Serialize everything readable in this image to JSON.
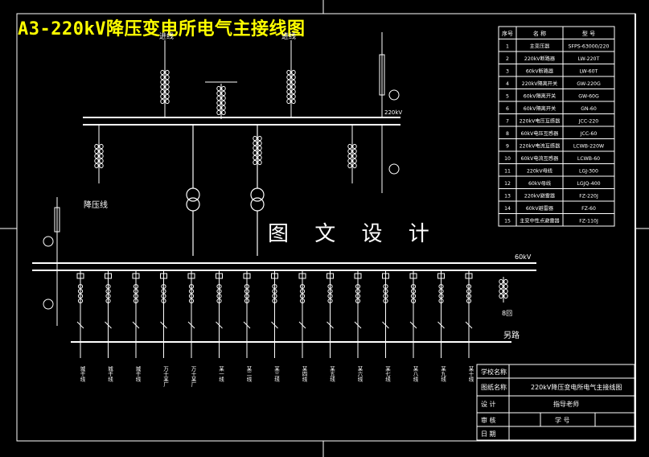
{
  "title": "A3-220kV降压变电所电气主接线图",
  "watermark": "图 文 设 计",
  "colors": {
    "background": "#000000",
    "lines": "#ffffff",
    "title": "#ffff00",
    "accent": "#ff00ff"
  },
  "diagram_labels": {
    "incoming_left": "进线",
    "incoming_right": "进线",
    "bus_220kv": "220kV",
    "bus_60kv": "60kV",
    "source_label": "降压线",
    "bay_label": "8回",
    "feeder_bus": "另路"
  },
  "feeder_labels": [
    "城干线",
    "城干线",
    "城干线",
    "万十某厂",
    "万十某厂",
    "某一线",
    "某二线",
    "某三线",
    "某四线",
    "某五线",
    "某六线",
    "某七线",
    "某八线",
    "某九线",
    "某十线"
  ],
  "equipment_table": {
    "headers": [
      "序号",
      "名  称",
      "型  号"
    ],
    "rows": [
      [
        "1",
        "主变压器",
        "SFPS-63000/220"
      ],
      [
        "2",
        "220kV断路器",
        "LW-220T"
      ],
      [
        "3",
        "60kV断路器",
        "LW-60T"
      ],
      [
        "4",
        "220kV隔离开关",
        "GW-220G"
      ],
      [
        "5",
        "60kV隔离开关",
        "GW-60G"
      ],
      [
        "6",
        "60kV隔离开关",
        "GN-60"
      ],
      [
        "7",
        "220kV电压互感器",
        "JCC-220"
      ],
      [
        "8",
        "60kV电压互感器",
        "JCC-60"
      ],
      [
        "9",
        "220kV电流互感器",
        "LCWB-220W"
      ],
      [
        "10",
        "60kV电流互感器",
        "LCWB-60"
      ],
      [
        "11",
        "220kV母线",
        "LGJ-300"
      ],
      [
        "12",
        "60kV母线",
        "LGJQ-400"
      ],
      [
        "13",
        "220kV避雷器",
        "FZ-220J"
      ],
      [
        "14",
        "60kV避雷器",
        "FZ-60"
      ],
      [
        "15",
        "主变中性点避雷器",
        "FZ-110J"
      ]
    ]
  },
  "title_block": {
    "school_label": "学校名称",
    "drawing_label": "图纸名称",
    "drawing_name": "220kV降压变电所电气主接线图",
    "design_label": "设 计",
    "advisor_label": "指导老师",
    "check_label": "审 核",
    "number_label": "学 号",
    "date_label": "日 期"
  }
}
